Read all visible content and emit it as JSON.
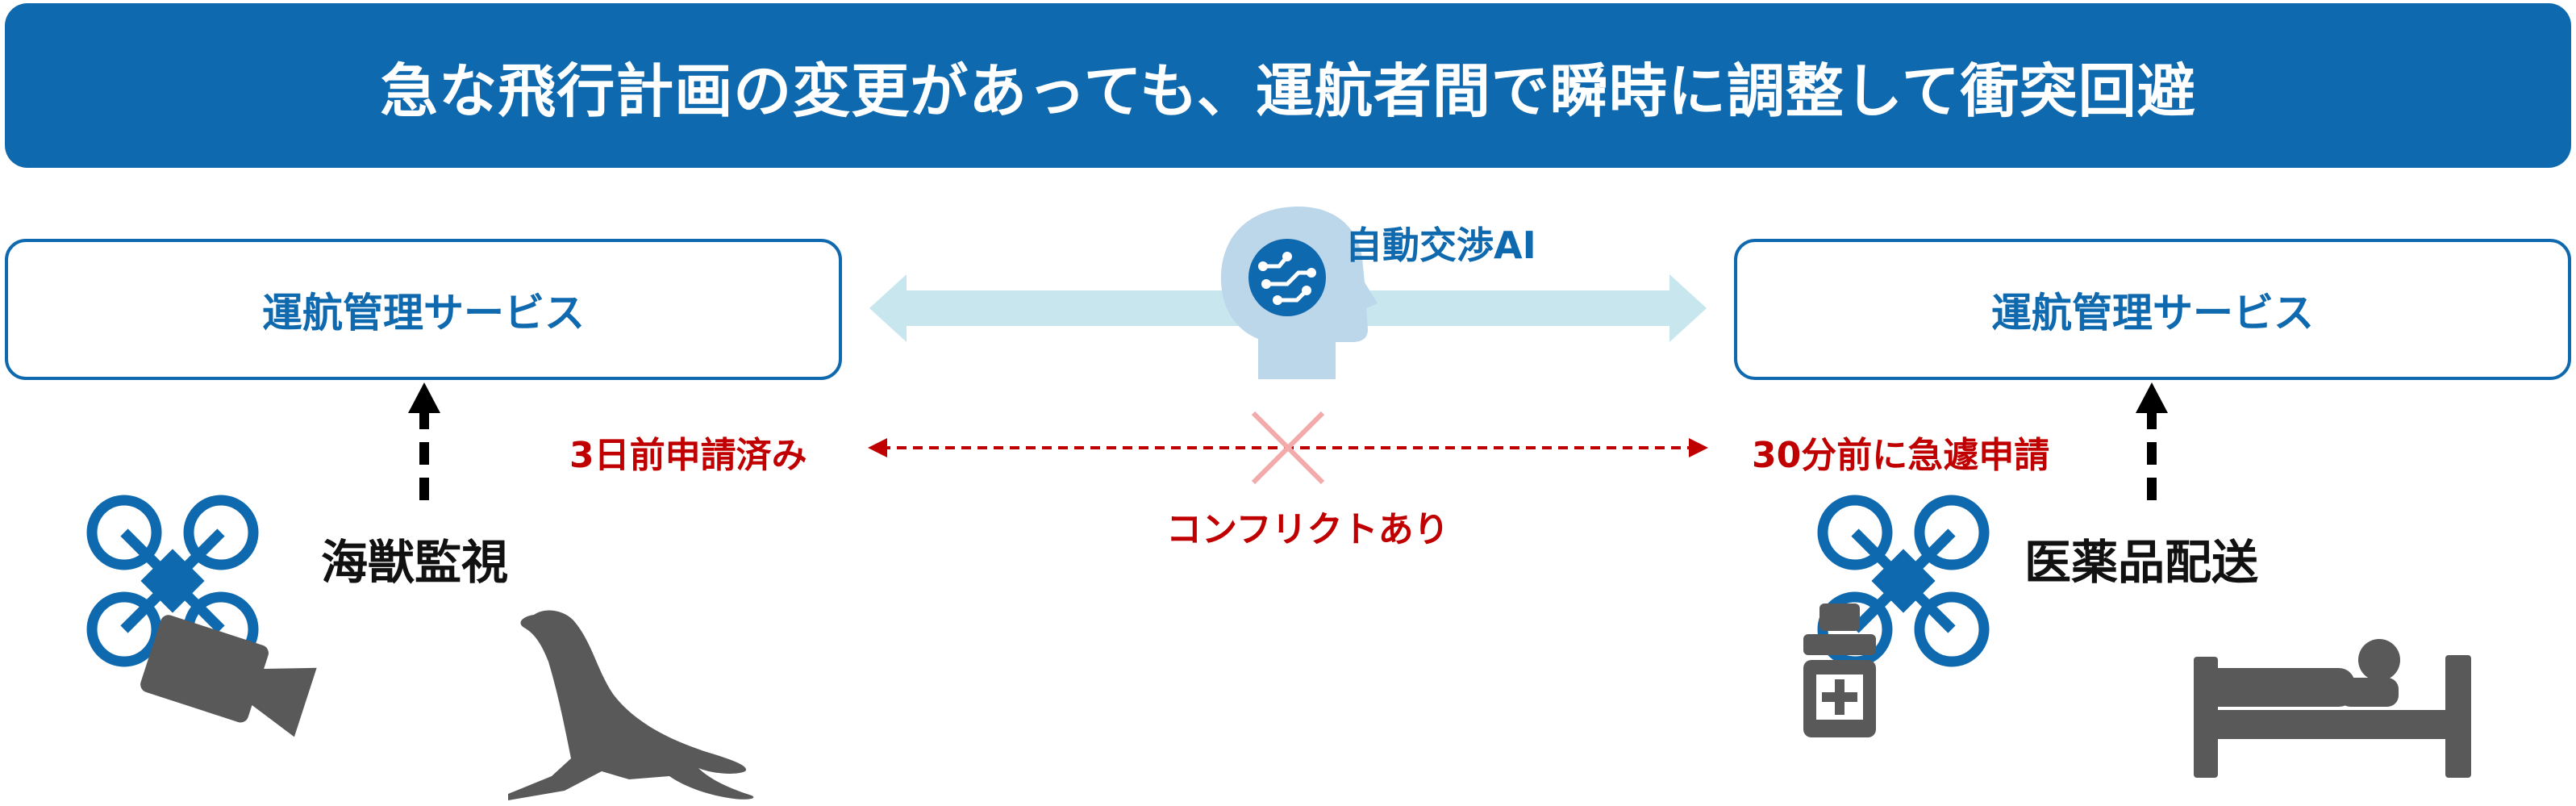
{
  "banner": {
    "title": "急な飛行計画の変更があっても、運航者間で瞬時に調整して衝突回避"
  },
  "left": {
    "service_label": "運航管理サービス",
    "request_label": "3日前申請済み",
    "use_case_label": "海獣監視",
    "icons": [
      "drone-icon",
      "video-camera-icon",
      "sea-lion-icon"
    ]
  },
  "right": {
    "service_label": "運航管理サービス",
    "request_label": "30分前に急遽申請",
    "use_case_label": "医薬品配送",
    "icons": [
      "drone-icon",
      "medicine-bottle-icon",
      "bed-patient-icon"
    ]
  },
  "center": {
    "ai_label": "自動交渉AI",
    "conflict_label": "コンフリクトあり",
    "icons": [
      "ai-head-icon",
      "conflict-x-icon"
    ]
  },
  "colors": {
    "primary": "#0f69ae",
    "conflict": "#c00000",
    "arrow_light": "#c7e6ee",
    "icon_gray": "#595959"
  }
}
